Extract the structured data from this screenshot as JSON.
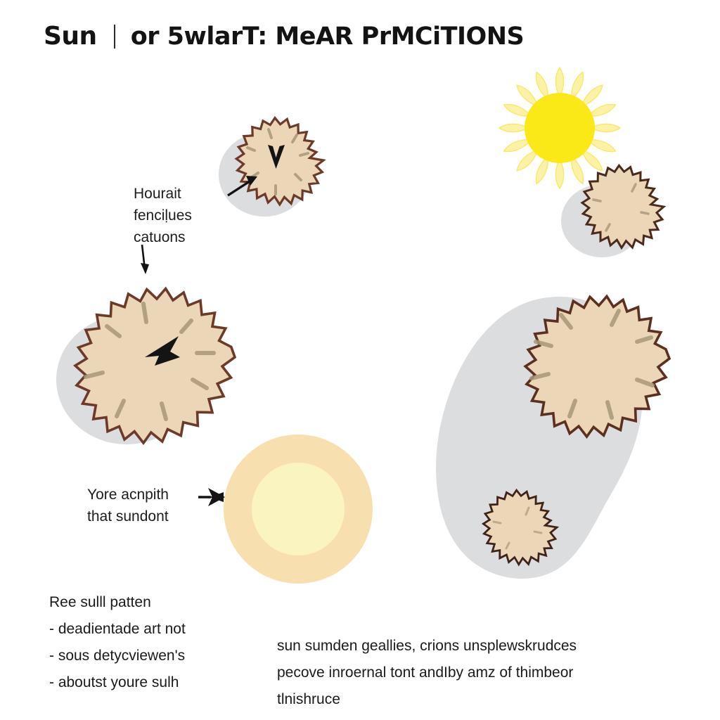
{
  "title": {
    "main": "Sun",
    "separator": "|",
    "subtitle": "or 5wlarT: MeAR PrMCiTIONS"
  },
  "callouts": [
    {
      "id": "callout-upper-left",
      "text": "Hourait\nfenciḷues\ncatuons",
      "arrow": "arrow-up-right-icon"
    },
    {
      "id": "callout-lower-left",
      "text": "Yore acnpith\nthat sundont",
      "arrow": "arrow-left-icon"
    }
  ],
  "notes": {
    "heading": "Ree sulll patten",
    "items": [
      "- deadientade art not",
      "- sous detycviewen's",
      "- aboutst youre sulh"
    ]
  },
  "paragraph": {
    "lines": [
      "sun sumden geallies, crions unsplewskrudces",
      "pecove  inroernal tont andIby amz of thimbeor",
      "tlnishruce"
    ]
  },
  "figures": {
    "sun": {
      "name": "sun-icon",
      "ray_count": 16
    },
    "blobs": [
      {
        "id": "blob-top-left",
        "label": "fuzzy-blob",
        "marker": "v-mark"
      },
      {
        "id": "blob-mid-left",
        "label": "fuzzy-blob",
        "marker": "arrow-left-mark"
      },
      {
        "id": "blob-top-right",
        "label": "fuzzy-blob",
        "marker": "none"
      },
      {
        "id": "blob-large-right",
        "label": "fuzzy-blob",
        "marker": "none"
      },
      {
        "id": "blob-small-right",
        "label": "fuzzy-blob",
        "marker": "none"
      }
    ],
    "target_circle": {
      "id": "target-circle",
      "rings": 2
    }
  },
  "colors": {
    "background": "#ffffff",
    "title_text": "#131313",
    "body_text": "#1a1a1a",
    "blob_fill": "#EBD6B8",
    "blob_edge": "#6B3A28",
    "blob_hair": "#A89878",
    "shadow_gray": "#DCDDDE",
    "sun_disc": "#FAE817",
    "sun_ray": "#FBF2A6",
    "ring_outer": "#F8DFB0",
    "ring_inner": "#FAF5C0",
    "marker_black": "#141414"
  }
}
